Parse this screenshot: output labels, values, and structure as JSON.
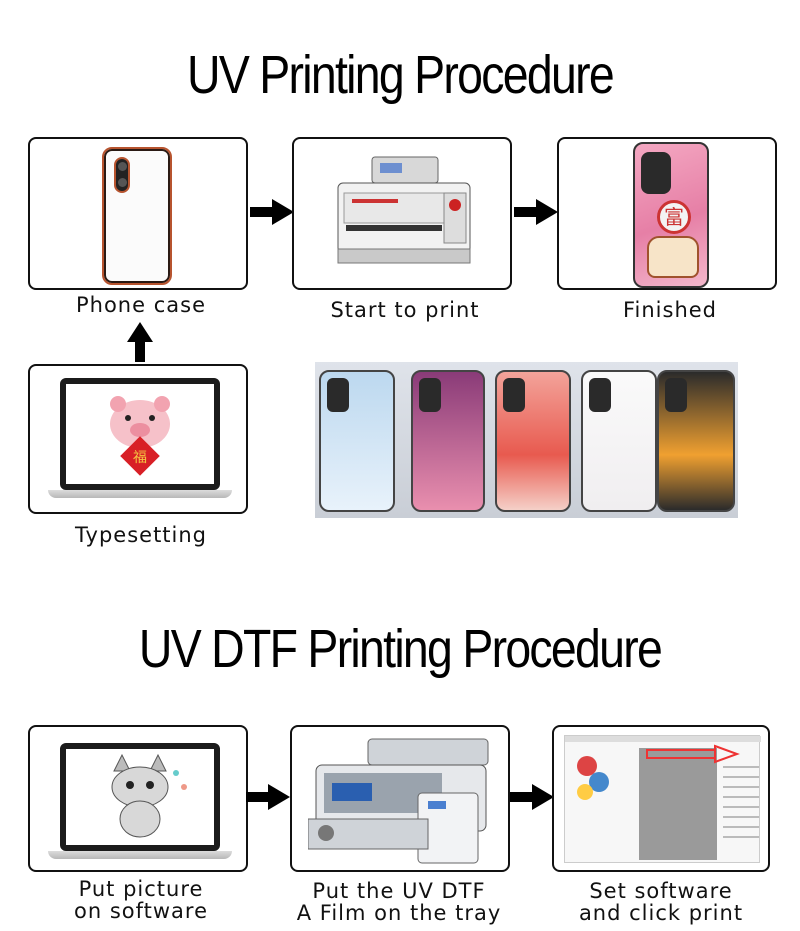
{
  "sections": [
    {
      "title": "UV Printing Procedure",
      "steps": [
        {
          "id": "phone-case",
          "caption": "Phone case"
        },
        {
          "id": "start-print",
          "caption": "Start to print"
        },
        {
          "id": "finished",
          "caption": "Finished"
        },
        {
          "id": "typesetting",
          "caption": "Typesetting"
        }
      ]
    },
    {
      "title": "UV DTF Printing Procedure",
      "steps": [
        {
          "id": "put-picture",
          "caption_line1": "Put picture",
          "caption_line2": "on software"
        },
        {
          "id": "put-film",
          "caption_line1": "Put the UV DTF",
          "caption_line2": "A Film on the tray"
        },
        {
          "id": "set-software",
          "caption_line1": "Set software",
          "caption_line2": "and click print"
        }
      ]
    }
  ],
  "icons": [
    "arrow-right-icon",
    "arrow-up-icon",
    "laptop-icon",
    "printer-icon",
    "phone-case-icon"
  ],
  "colors": {
    "line": "#111111",
    "background": "#ffffff",
    "pink": "#e67fa6"
  }
}
